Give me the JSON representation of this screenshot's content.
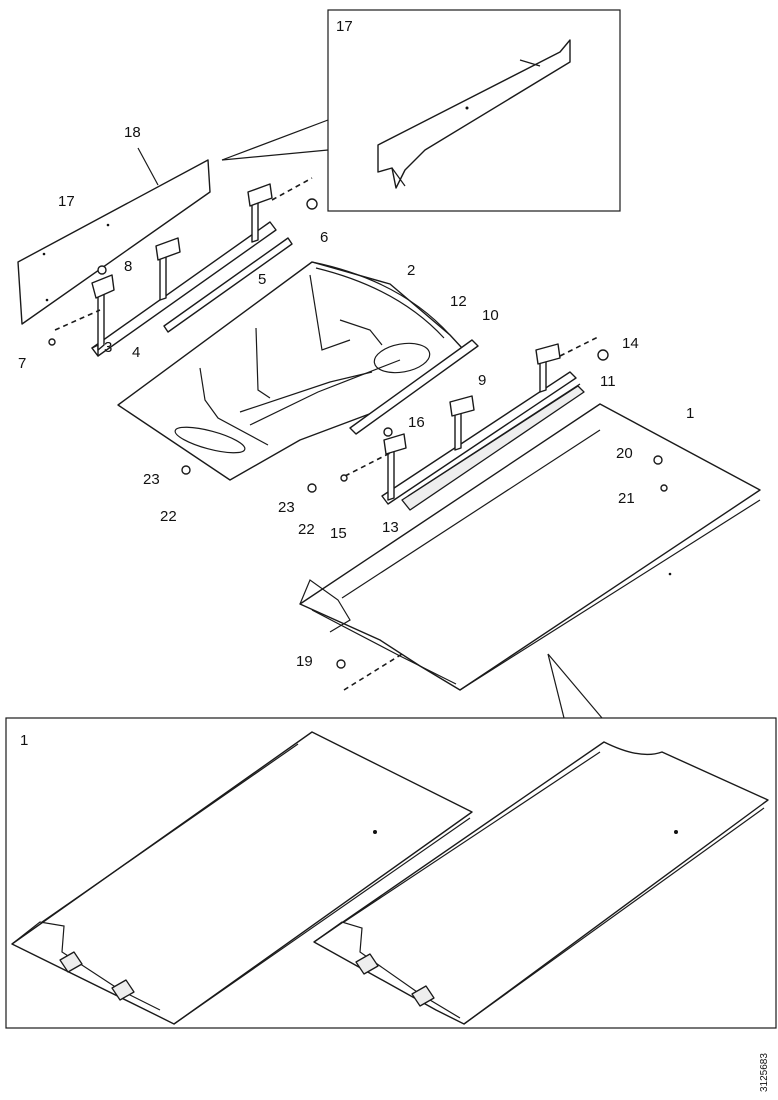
{
  "callouts": {
    "c1": "1",
    "c2": "2",
    "c3": "3",
    "c4": "4",
    "c5": "5",
    "c6": "6",
    "c7": "7",
    "c8": "8",
    "c9": "9",
    "c10": "10",
    "c11": "11",
    "c12": "12",
    "c13": "13",
    "c14": "14",
    "c15": "15",
    "c16": "16",
    "c17": "17",
    "c18": "18",
    "c19": "19",
    "c20": "20",
    "c21": "21",
    "c22": "22",
    "c23": "23"
  },
  "insets": {
    "top_label": "17",
    "bottom_label": "1"
  },
  "drawing_number": "3125683"
}
